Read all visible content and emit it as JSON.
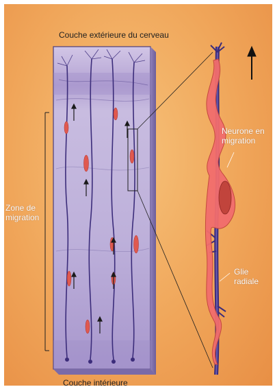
{
  "labels": {
    "top": "Couche extérieure du cerveau",
    "bottom": "Couche intérieure",
    "zone": "Zone de migration",
    "neuron": "Neurone en migration",
    "glia": "Glie radiale"
  },
  "colors": {
    "background": "#f0a65a",
    "tissue": "#b7a6d2",
    "glia_fiber": "#3b2c7a",
    "neuron": "#f26d6d",
    "neuron_body": "#c1443c"
  }
}
